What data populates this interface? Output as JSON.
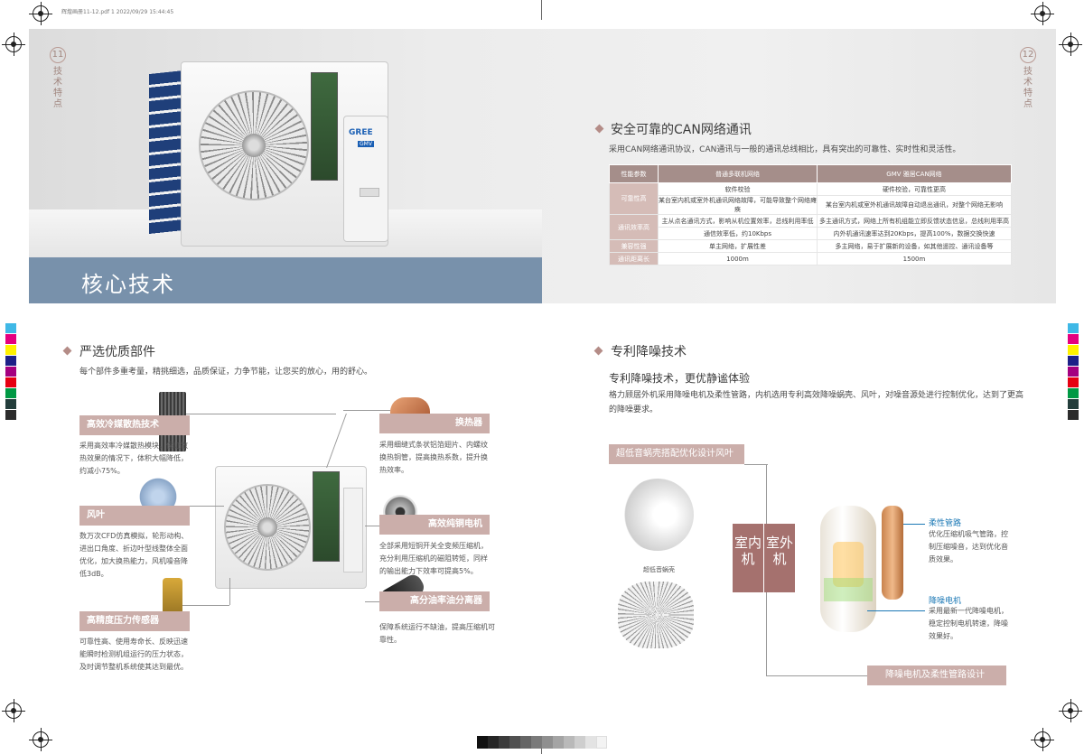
{
  "print_header": "辉煌画册11-12.pdf  1  2022/09/29  15:44:45",
  "page_left": {
    "number": "11",
    "label": "技术特点"
  },
  "page_right": {
    "number": "12",
    "label": "技术特点"
  },
  "hero": {
    "title": "核心技术",
    "brand": "GREE",
    "brand_sub": "GMV"
  },
  "can": {
    "title": "安全可靠的CAN网络通讯",
    "desc": "采用CAN网络通讯协议，CAN通讯与一般的通讯总线相比，具有突出的可靠性、实时性和灵活性。",
    "headers": [
      "性能参数",
      "普通多联机网络",
      "GMV 雅居CAN网络"
    ],
    "rows": [
      {
        "param": "可靠性高",
        "a": "软件校验",
        "b": "硬件校验，可靠性更高"
      },
      {
        "param": "",
        "a": "某台室内机或室外机通讯网络故障，可能导致整个网络瘫痪",
        "b": "某台室内机或室外机通讯故障自动退出通讯，对整个网络无影响"
      },
      {
        "param": "通讯效率高",
        "a": "主从点名通讯方式，影响从机位置效率，总线利用率低",
        "b": "多主通讯方式，网络上所有机组能立即反馈状态信息，总线利用率高"
      },
      {
        "param": "",
        "a": "通信效率低，约10Kbps",
        "b": "内外机通讯速率达到20Kbps，提高100%，数据交换快速"
      },
      {
        "param": "兼容性强",
        "a": "单主网络，扩展性差",
        "b": "多主网络，易于扩展新的设备，如其他遥控、通讯设备等"
      },
      {
        "param": "通讯距离长",
        "a": "1000m",
        "b": "1500m"
      }
    ]
  },
  "parts": {
    "title": "严选优质部件",
    "desc": "每个部件多重考量，精挑细选，品质保证，力争节能，让您买的放心，用的舒心。",
    "items": [
      {
        "label": "高效冷媒散热技术",
        "text": [
          "采用高效率冷媒散热模块，保证散",
          "热效果的情况下，体积大幅降低，",
          "约减小75%。"
        ]
      },
      {
        "label": "风叶",
        "text": [
          "数万次CFD仿真模拟，轮形动构、",
          "进出口角度、折边叶型线整体全面",
          "优化，加大换热能力，风机噪音降",
          "低3dB。"
        ]
      },
      {
        "label": "高精度压力传感器",
        "text": [
          "可靠性高、使用寿命长、反映迅速",
          "能瞬时检测机组运行的压力状态，",
          "及时调节整机系统使其达到最优。"
        ]
      },
      {
        "label": "换热器",
        "text": [
          "采用细缝式条状铝箔翅片、内螺纹",
          "换热铜管，提高换热系数，提升换",
          "热效率。"
        ]
      },
      {
        "label": "高效纯铜电机",
        "text": [
          "全部采用短铜开关全变频压缩机，",
          "充分利用压缩机的磁阻转矩，同样",
          "的输出能力下效率可提高5%。"
        ]
      },
      {
        "label": "高分油率油分离器",
        "text": [
          "保障系统运行不缺油，提高压缩机可",
          "靠性。"
        ]
      }
    ]
  },
  "noise": {
    "title": "专利降噪技术",
    "subtitle": "专利降噪技术，更优静谧体验",
    "desc": [
      "格力顾居外机采用降噪电机及柔性管路，内机选用专利高效降噪蜗壳、风叶，对噪音源处进行控制优化，达到了更高",
      "的降噪要求。"
    ],
    "indoor_label": "超低音蜗壳搭配优化设计风叶",
    "volute_caption": "超低音蜗壳",
    "indoor_vert": "室内机",
    "outdoor_vert": "室外机",
    "flex_title": "柔性管路",
    "flex_text": [
      "优化压缩机吸气管路，控",
      "制压缩噪音，达到优化音",
      "质效果。"
    ],
    "motor_title": "降噪电机",
    "motor_text": [
      "采用最新一代降噪电机，",
      "稳定控制电机转速，降噪",
      "效果好。"
    ],
    "outdoor_label": "降噪电机及柔性管路设计"
  },
  "colors": {
    "accent": "#cbaeaa",
    "title_box": "#7891ab",
    "table_header": "#a58e8a"
  }
}
